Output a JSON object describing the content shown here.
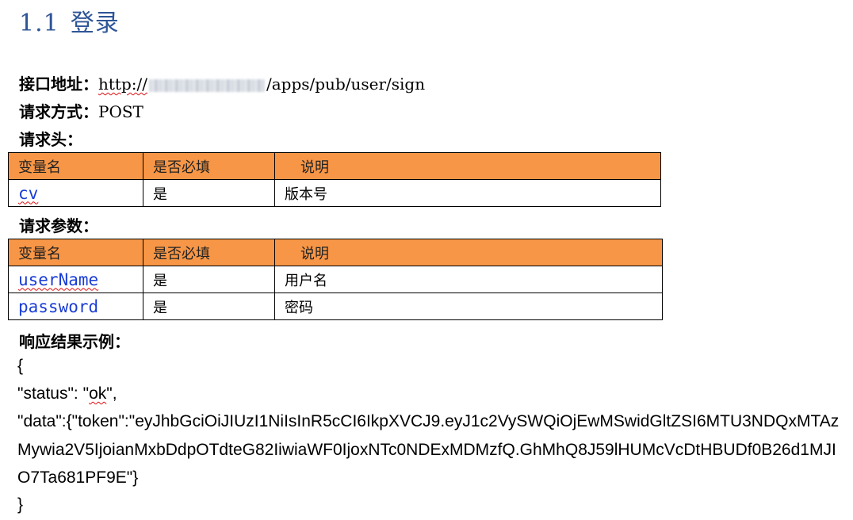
{
  "heading": {
    "number": "1.1",
    "title": "登录"
  },
  "endpoint": {
    "label": "接口地址：",
    "url_prefix": "http://",
    "url_suffix": "/apps/pub/user/sign"
  },
  "method": {
    "label": "请求方式：",
    "value": "POST"
  },
  "request_headers": {
    "label": "请求头：",
    "columns": [
      "变量名",
      "是否必填",
      "说明"
    ],
    "rows": [
      {
        "name": "cv",
        "required": "是",
        "desc": "版本号"
      }
    ]
  },
  "request_params": {
    "label": "请求参数：",
    "columns": [
      "变量名",
      "是否必填",
      "说明"
    ],
    "rows": [
      {
        "name": "userName",
        "required": "是",
        "desc": "用户名"
      },
      {
        "name": "password",
        "required": "是",
        "desc": "密码"
      }
    ]
  },
  "response_example": {
    "label": "响应结果示例：",
    "lines": [
      "{",
      "\"status\": \"ok\",",
      "\"data\":{\"token\":\"eyJhbGciOiJIUzI1NiIsInR5cCI6IkpXVCJ9.eyJ1c2VySWQiOjEwMSwidGltZSI6MTU3NDQxMTAz",
      "Mywia2V5IjoianMxbDdpOTdteG82IiwiaWF0IjoxNTc0NDExMDMzfQ.GhMhQ8J59lHUMcVcDtHBUDf0B26d1MJI",
      "O7Ta681PF9E\"}",
      "}"
    ]
  },
  "colors": {
    "heading": "#2e5597",
    "table_header": "#f79646",
    "variable_name": "#1a3dd6"
  }
}
